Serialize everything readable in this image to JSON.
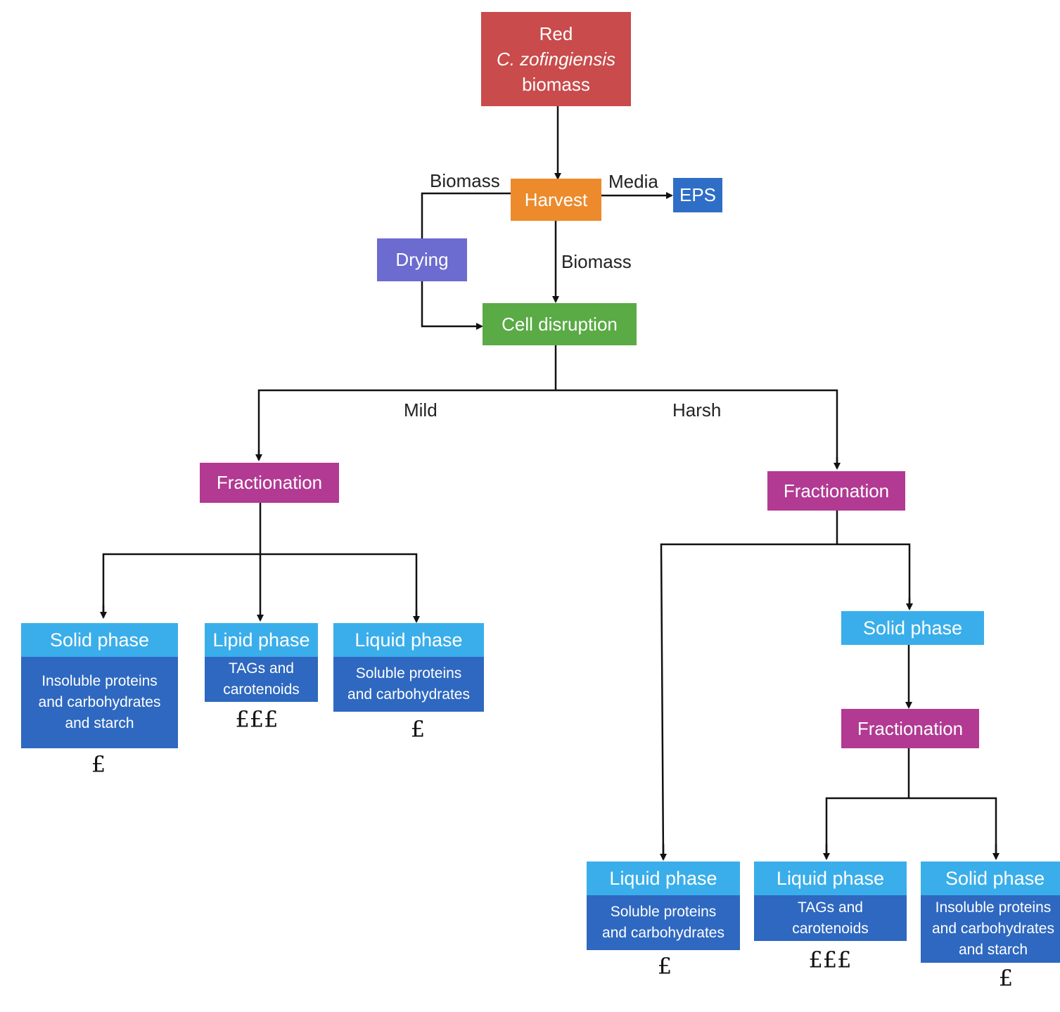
{
  "boxes": {
    "source": {
      "line1": "Red",
      "line2": "C. zofingiensis",
      "line3": "biomass"
    },
    "harvest": "Harvest",
    "eps": "EPS",
    "drying": "Drying",
    "cell_disruption": "Cell disruption",
    "fractionation": "Fractionation"
  },
  "edge_labels": {
    "biomass": "Biomass",
    "media": "Media",
    "mild": "Mild",
    "harsh": "Harsh"
  },
  "phases": {
    "mild_solid": {
      "title": "Solid phase",
      "body": "Insoluble proteins\nand carbohydrates\nand starch",
      "price": "£"
    },
    "mild_lipid": {
      "title": "Lipid phase",
      "body": "TAGs and\ncarotenoids",
      "price": "£££"
    },
    "mild_liquid": {
      "title": "Liquid phase",
      "body": "Soluble proteins\nand carbohydrates",
      "price": "£"
    },
    "harsh_solid_intermediate": {
      "title": "Solid phase"
    },
    "harsh_liquid": {
      "title": "Liquid phase",
      "body": "Soluble proteins\nand carbohydrates",
      "price": "£"
    },
    "harsh_liquid_tags": {
      "title": "Liquid phase",
      "body": "TAGs and\ncarotenoids",
      "price": "£££"
    },
    "harsh_solid": {
      "title": "Solid phase",
      "body": "Insoluble proteins\nand carbohydrates\nand starch",
      "price": "£"
    }
  }
}
